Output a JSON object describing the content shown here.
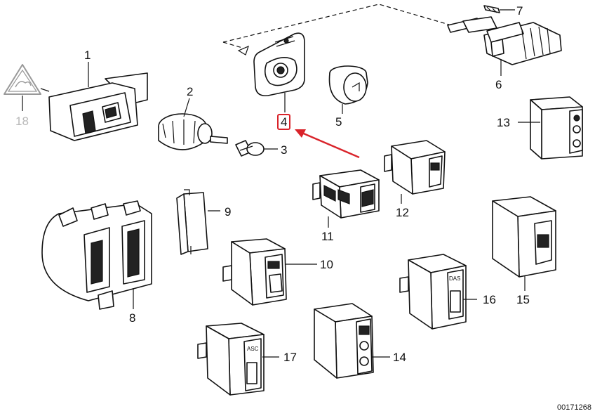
{
  "diagram": {
    "labels": [
      {
        "id": "1",
        "text": "1"
      },
      {
        "id": "2",
        "text": "2"
      },
      {
        "id": "3",
        "text": "3"
      },
      {
        "id": "4",
        "text": "4"
      },
      {
        "id": "5",
        "text": "5"
      },
      {
        "id": "6",
        "text": "6"
      },
      {
        "id": "7",
        "text": "7"
      },
      {
        "id": "8",
        "text": "8"
      },
      {
        "id": "9",
        "text": "9"
      },
      {
        "id": "10",
        "text": "10"
      },
      {
        "id": "11",
        "text": "11"
      },
      {
        "id": "12",
        "text": "12"
      },
      {
        "id": "13",
        "text": "13"
      },
      {
        "id": "14",
        "text": "14"
      },
      {
        "id": "15",
        "text": "15"
      },
      {
        "id": "16",
        "text": "16"
      },
      {
        "id": "17",
        "text": "17"
      },
      {
        "id": "18",
        "text": "18"
      }
    ],
    "highlighted_part": "4",
    "highlight_color": "#d9232a",
    "inactive_color": "#b8b8b8",
    "drawing_code": "00171268",
    "switch_legends": {
      "asc": "ASC",
      "das": "DAS"
    }
  }
}
